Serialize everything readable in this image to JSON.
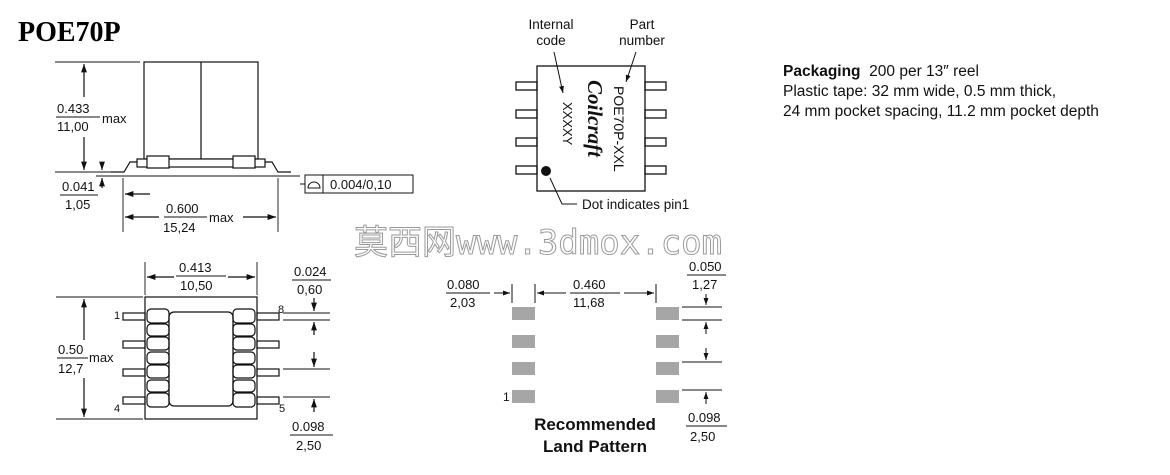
{
  "title": "POE70P",
  "side_view": {
    "height_in": "0.433",
    "height_mm": "11,00",
    "height_suffix": "max",
    "standoff_in": "0.041",
    "standoff_mm": "1,05",
    "length_in": "0.600",
    "length_mm": "15,24",
    "length_suffix": "max",
    "coplanarity": "0.004/0,10"
  },
  "top_marking": {
    "internal_code_label_1": "Internal",
    "internal_code_label_2": "code",
    "part_number_label_1": "Part",
    "part_number_label_2": "number",
    "part_number_text": "POE70P-XXL",
    "brand_text": "Coilcraft",
    "code_text": "XXXXY",
    "dot_label": "Dot indicates pin1"
  },
  "packaging": {
    "label": "Packaging",
    "line1_rest": "200 per 13″ reel",
    "line2": "Plastic tape: 32 mm wide, 0.5 mm thick,",
    "line3": "24 mm pocket spacing, 11.2 mm pocket depth"
  },
  "watermark": "莫西网www.3dmox.com",
  "bottom_view": {
    "body_width_in": "0.413",
    "body_width_mm": "10,50",
    "lead_width_in": "0.024",
    "lead_width_mm": "0,60",
    "height_in": "0.50",
    "height_mm": "12,7",
    "height_suffix": "max",
    "pitch_in": "0.098",
    "pitch_mm": "2,50",
    "pin_1": "1",
    "pin_4": "4",
    "pin_5": "5",
    "pin_8": "8"
  },
  "land_pattern": {
    "pad_length_in": "0.080",
    "pad_length_mm": "2,03",
    "spacing_in": "0.460",
    "spacing_mm": "11,68",
    "pad_width_in": "0.050",
    "pad_width_mm": "1,27",
    "pitch_in": "0.098",
    "pitch_mm": "2,50",
    "pin_1": "1",
    "caption_1": "Recommended",
    "caption_2": "Land Pattern"
  }
}
